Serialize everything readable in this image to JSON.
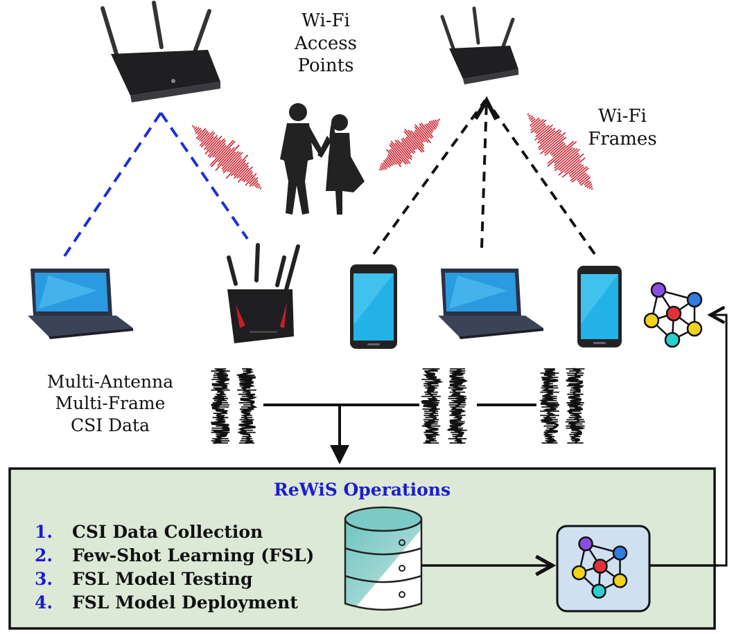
{
  "labels": {
    "access_points": [
      "Wi-Fi",
      "Access",
      "Points"
    ],
    "frames": [
      "Wi-Fi",
      "Frames"
    ],
    "csi": [
      "Multi-Antenna",
      "Multi-Frame",
      "CSI Data"
    ]
  },
  "operations": {
    "title": "ReWiS Operations",
    "items": [
      {
        "num": "1.",
        "text": "CSI Data Collection"
      },
      {
        "num": "2.",
        "text": "Few-Shot Learning (FSL)"
      },
      {
        "num": "3.",
        "text": "FSL Model Testing"
      },
      {
        "num": "4.",
        "text": "FSL Model Deployment"
      }
    ]
  },
  "colors": {
    "blue_link": "#1c2fd6",
    "black_link": "#111111",
    "signal_red": "#d0202c",
    "panel_fill": "#dbe9d6",
    "node_purple": "#8a4fe0",
    "node_blue": "#2f7de0",
    "node_red": "#e0303c",
    "node_yellow": "#f2d21c",
    "node_cyan": "#2ad0d0",
    "phone_screen": "#22b2e8",
    "laptop_screen": "#2a9be0"
  }
}
